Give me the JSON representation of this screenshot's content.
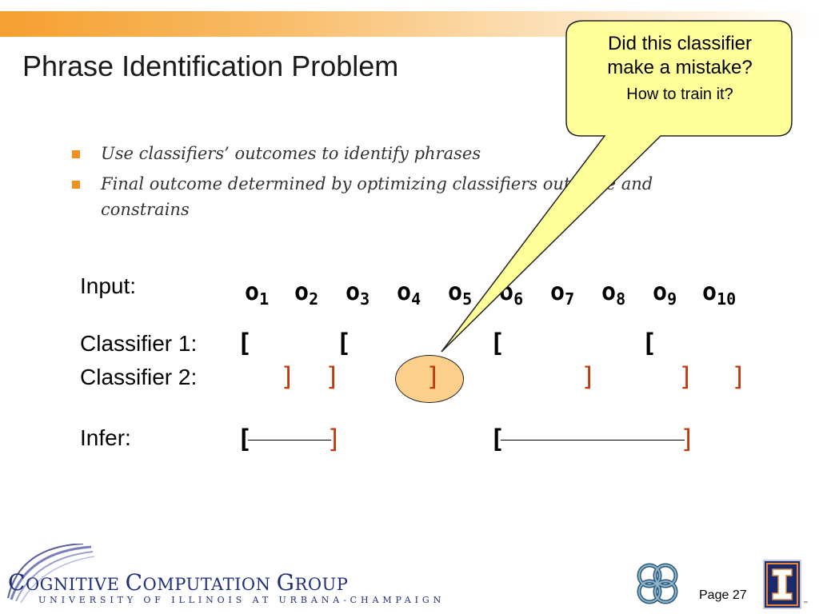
{
  "slide": {
    "title": "Phrase Identification Problem",
    "bullets": [
      "Use classifiers’ outcomes to identify phrases",
      "Final outcome determined by optimizing classifiers outcome and constrains"
    ],
    "labels": {
      "input": "Input:",
      "classifier1": "Classifier 1:",
      "classifier2": "Classifier 2:",
      "infer": "Infer:"
    },
    "tokens": [
      {
        "base": "o",
        "sub": "1"
      },
      {
        "base": "o",
        "sub": "2"
      },
      {
        "base": "o",
        "sub": "3"
      },
      {
        "base": "o",
        "sub": "4"
      },
      {
        "base": "o",
        "sub": "5"
      },
      {
        "base": "o",
        "sub": "6"
      },
      {
        "base": "o",
        "sub": "7"
      },
      {
        "base": "o",
        "sub": "8"
      },
      {
        "base": "o",
        "sub": "9"
      },
      {
        "base": "o",
        "sub": "10"
      }
    ],
    "open_bracket": "[",
    "close_bracket": "]",
    "callout": {
      "line1": "Did this classifier",
      "line2": "make a mistake?",
      "line3": "How to train it?"
    },
    "footer": {
      "logo_title_parts": [
        "C",
        "OGNITIVE ",
        "C",
        "OMPUTATION ",
        "G",
        "ROUP"
      ],
      "logo_subtitle": "UNIVERSITY OF ILLINOIS AT URBANA-CHAMPAIGN",
      "page": "Page 27",
      "trademark": "™"
    },
    "colors": {
      "accent": "#f0901e",
      "close_bracket": "#c23b10",
      "callout_fill": "#ffff99",
      "highlight_fill": "#fcd08a",
      "logo_blue": "#1f2f7a"
    },
    "icons": {
      "bullet": "square-bullet-icon",
      "swoosh": "swoosh-logo-icon",
      "knot": "celtic-knot-icon",
      "university": "illinois-i-logo-icon"
    }
  }
}
